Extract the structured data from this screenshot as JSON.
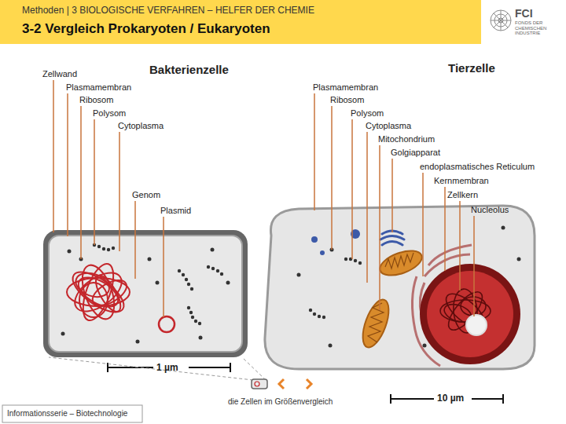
{
  "diagram": {
    "title": "3-2 Vergleich Prokaryoten / Eukaryoten",
    "nodes": [
      {
        "text": [
          "Bakterienzelle"
        ]
      },
      {
        "text": [
          "Tierzelle"
        ]
      }
    ],
    "labels": [
      "Methoden | 3 BIOLOGISCHE VERFAHREN – HELFER DER CHEMIE",
      "Zellwand",
      "Plasmamembran",
      "Ribosom",
      "Polysom",
      "Cytoplasma",
      "Genom",
      "Plasmid",
      "Plasmamembran",
      "Ribosom",
      "Polysom",
      "Cytoplasma",
      "Mitochondrium",
      "Golgiapparat",
      "endoplasmatisches Reticulum",
      "Kernmembran",
      "Zellkern",
      "Nucleolus",
      "1 µm",
      "die Zellen im Größenvergleich",
      "10 µm",
      "Informationsserie – Biotechnologie",
      "FCI",
      "FONDS DER CHEMISCHEN INDUSTRIE"
    ]
  }
}
